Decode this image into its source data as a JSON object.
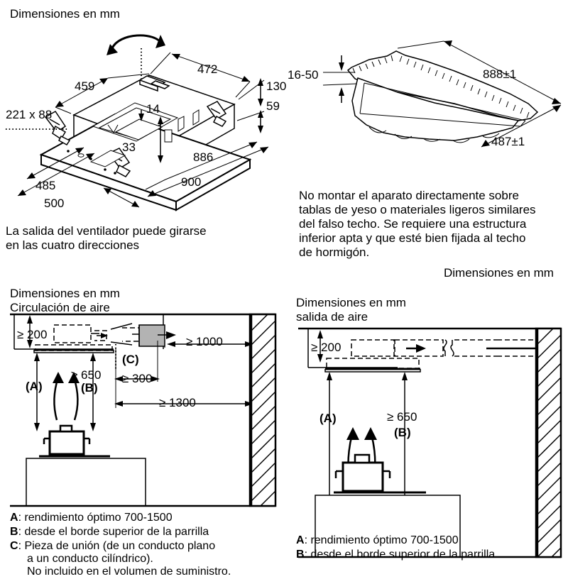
{
  "page": {
    "language": "es",
    "document_type": "installation-dimensions-sheet",
    "background_color": "#ffffff",
    "line_color": "#000000",
    "accent_fill": "#b3b3b3"
  },
  "fig_appliance": {
    "title": "Dimensiones en mm",
    "caption_line1": "La salida del ventilador puede girarse",
    "caption_line2": "en las cuatro direcciones",
    "dimensions": {
      "cutout_duct": "221 x 88",
      "depth_top": "459",
      "length_top": "472",
      "height_total": "130",
      "height_lower": "59",
      "offset_top": "14",
      "height_inner": "33",
      "width_body": "886",
      "width_flange": "900",
      "depth_body": "485",
      "depth_flange": "500"
    },
    "rotation_note": "fan-outlet-rotatable-four-directions"
  },
  "fig_ceiling": {
    "dimensions": {
      "thickness": "16-50",
      "length": "888±1",
      "width": "487±1"
    },
    "note_lines": [
      "No montar el aparato directamente sobre",
      "tablas de yeso o materiales ligeros similares",
      "del falso techo. Se requiere una estructura",
      "inferior apta y que esté bien fijada al techo",
      "de hormigón."
    ],
    "units_label": "Dimensiones en mm"
  },
  "fig_recirculation": {
    "title_line1": "Dimensiones en mm",
    "title_line2": "Circulación de aire",
    "dimensions": {
      "ceiling_void": "≥ 200",
      "height_a_b": "≥ 650",
      "clearance_duct_wall": "≥ 1000",
      "clearance_min_300": "≥ 300",
      "clearance_min_1300": "≥ 1300"
    },
    "markers": {
      "a": "(A)",
      "b": "(B)",
      "c": "(C)"
    },
    "legend": [
      {
        "key": "A",
        "sep": ": ",
        "text": "rendimiento óptimo 700-1500"
      },
      {
        "key": "B",
        "sep": ": ",
        "text": "desde el borde superior de la parrilla"
      },
      {
        "key": "C",
        "sep": ": ",
        "text": "Pieza de unión (de un conducto plano"
      }
    ],
    "legend_cont_line1": "a un conducto cilíndrico).",
    "legend_cont_line2": "No incluido en el volumen de suministro."
  },
  "fig_exhaust": {
    "title_line1": "Dimensiones en mm",
    "title_line2": "salida de aire",
    "dimensions": {
      "ceiling_void": "≥ 200",
      "height_a_b": "≥ 650"
    },
    "markers": {
      "a": "(A)",
      "b": "(B)"
    },
    "legend": [
      {
        "key": "A",
        "sep": ": ",
        "text": "rendimiento óptimo 700-1500"
      },
      {
        "key": "B",
        "sep": ": ",
        "text": "desde el borde superior de la parrilla"
      }
    ]
  }
}
